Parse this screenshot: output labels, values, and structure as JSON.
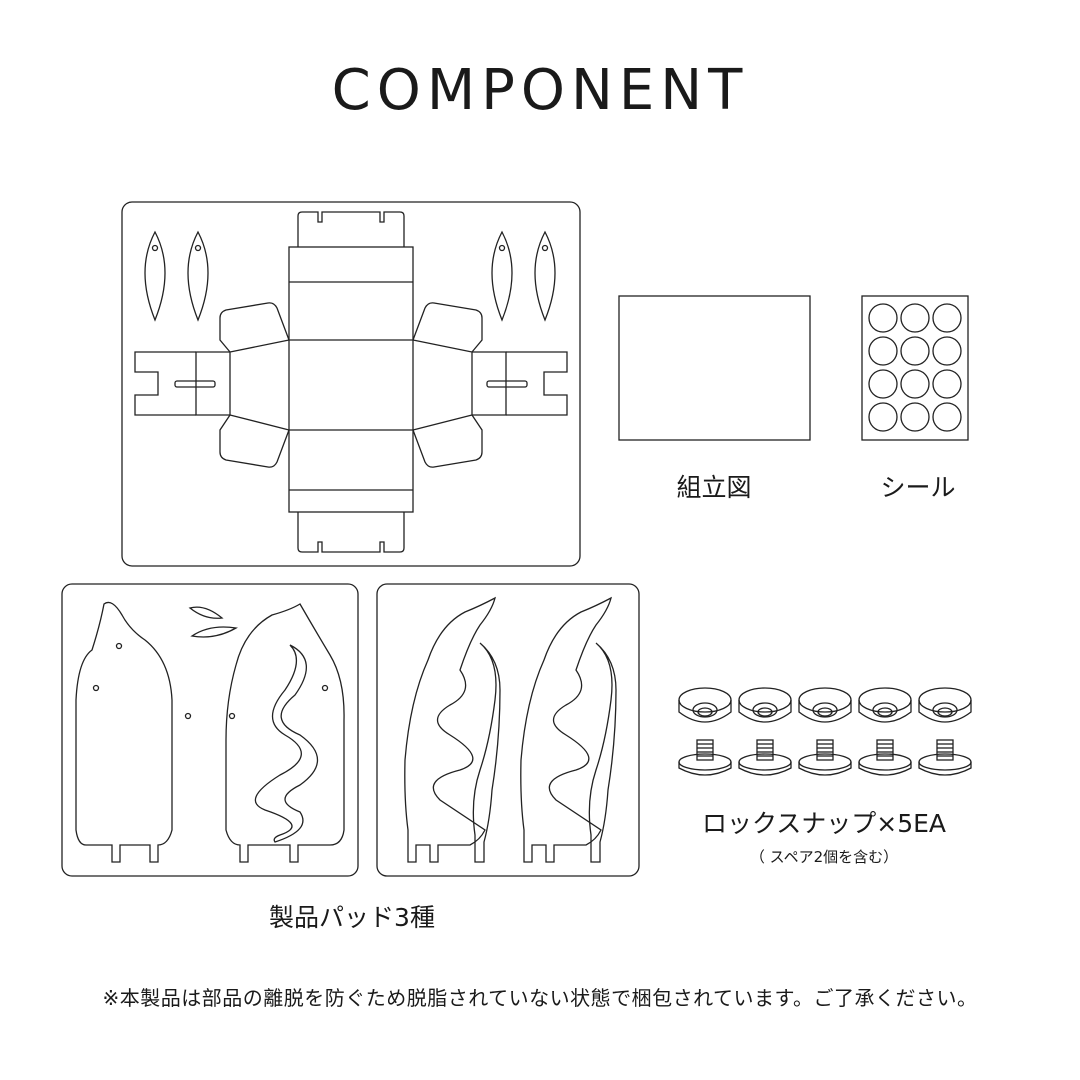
{
  "title": "COMPONENT",
  "labels": {
    "assembly_diagram": "組立図",
    "sticker": "シール",
    "lock_snap": "ロックスナップ×5EA",
    "lock_snap_note": "（ スペア2個を含む）",
    "product_pads": "製品パッド3種"
  },
  "lock_snap_count": 5,
  "sticker_count": 12,
  "footer_note": "※本製品は部品の離脱を防ぐため脱脂されていない状態で梱包されています。ご了承ください。"
}
